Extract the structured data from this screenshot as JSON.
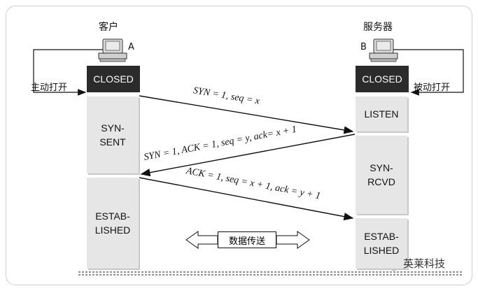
{
  "client": {
    "title": "客户",
    "letter": "A",
    "active_open_label": "主动打开",
    "states": [
      "CLOSED",
      "SYN-\nSENT",
      "ESTAB-\nLISHED"
    ]
  },
  "server": {
    "title": "服务器",
    "letter": "B",
    "passive_open_label": "被动打开",
    "states": [
      "CLOSED",
      "LISTEN",
      "SYN-\nRCVD",
      "ESTAB-\nLISHED"
    ]
  },
  "messages": [
    "SYN = 1, seq = x",
    "SYN = 1, ACK = 1, seq = y, ack= x + 1",
    "ACK = 1, seq = x + 1, ack = y + 1"
  ],
  "data_transfer_label": "数据传送",
  "watermark": {
    "text": "英莱科技",
    "icon": "wechat-icon"
  }
}
